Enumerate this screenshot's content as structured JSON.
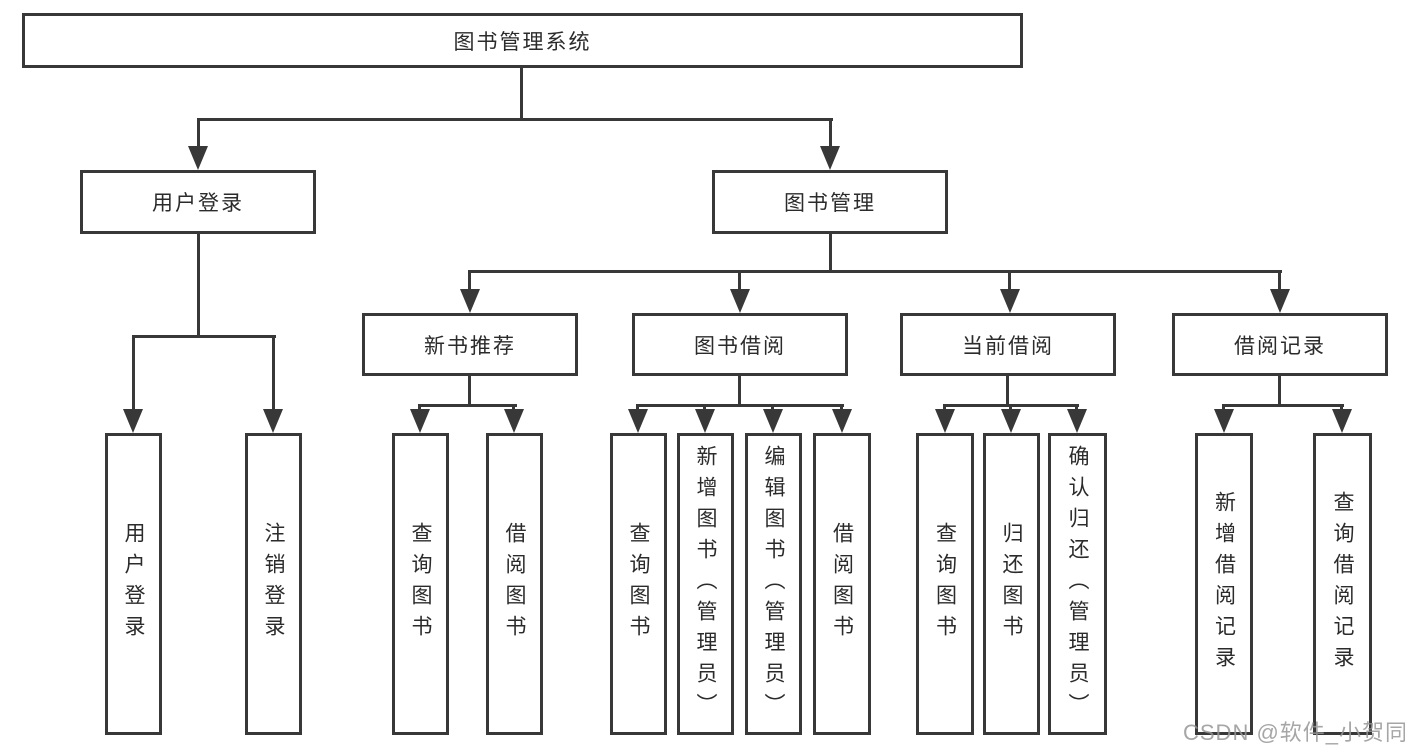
{
  "tree": {
    "label": "图书管理系统",
    "children": [
      {
        "label": "用户登录",
        "children": [
          {
            "label": "用户登录"
          },
          {
            "label": "注销登录"
          }
        ]
      },
      {
        "label": "图书管理",
        "children": [
          {
            "label": "新书推荐",
            "children": [
              {
                "label": "查询图书"
              },
              {
                "label": "借阅图书"
              }
            ]
          },
          {
            "label": "图书借阅",
            "children": [
              {
                "label": "查询图书"
              },
              {
                "label": "新增图书（管理员）"
              },
              {
                "label": "编辑图书（管理员）"
              },
              {
                "label": "借阅图书"
              }
            ]
          },
          {
            "label": "当前借阅",
            "children": [
              {
                "label": "查询图书"
              },
              {
                "label": "归还图书"
              },
              {
                "label": "确认归还（管理员）"
              }
            ]
          },
          {
            "label": "借阅记录",
            "children": [
              {
                "label": "新增借阅记录"
              },
              {
                "label": "查询借阅记录"
              }
            ]
          }
        ]
      }
    ]
  },
  "watermark": {
    "text": "CSDN @软件_小贺同学"
  },
  "colors": {
    "line": "#383838",
    "box_border": "#383838",
    "text": "#2b2b2b",
    "watermark": "#969696",
    "background": "#ffffff"
  }
}
